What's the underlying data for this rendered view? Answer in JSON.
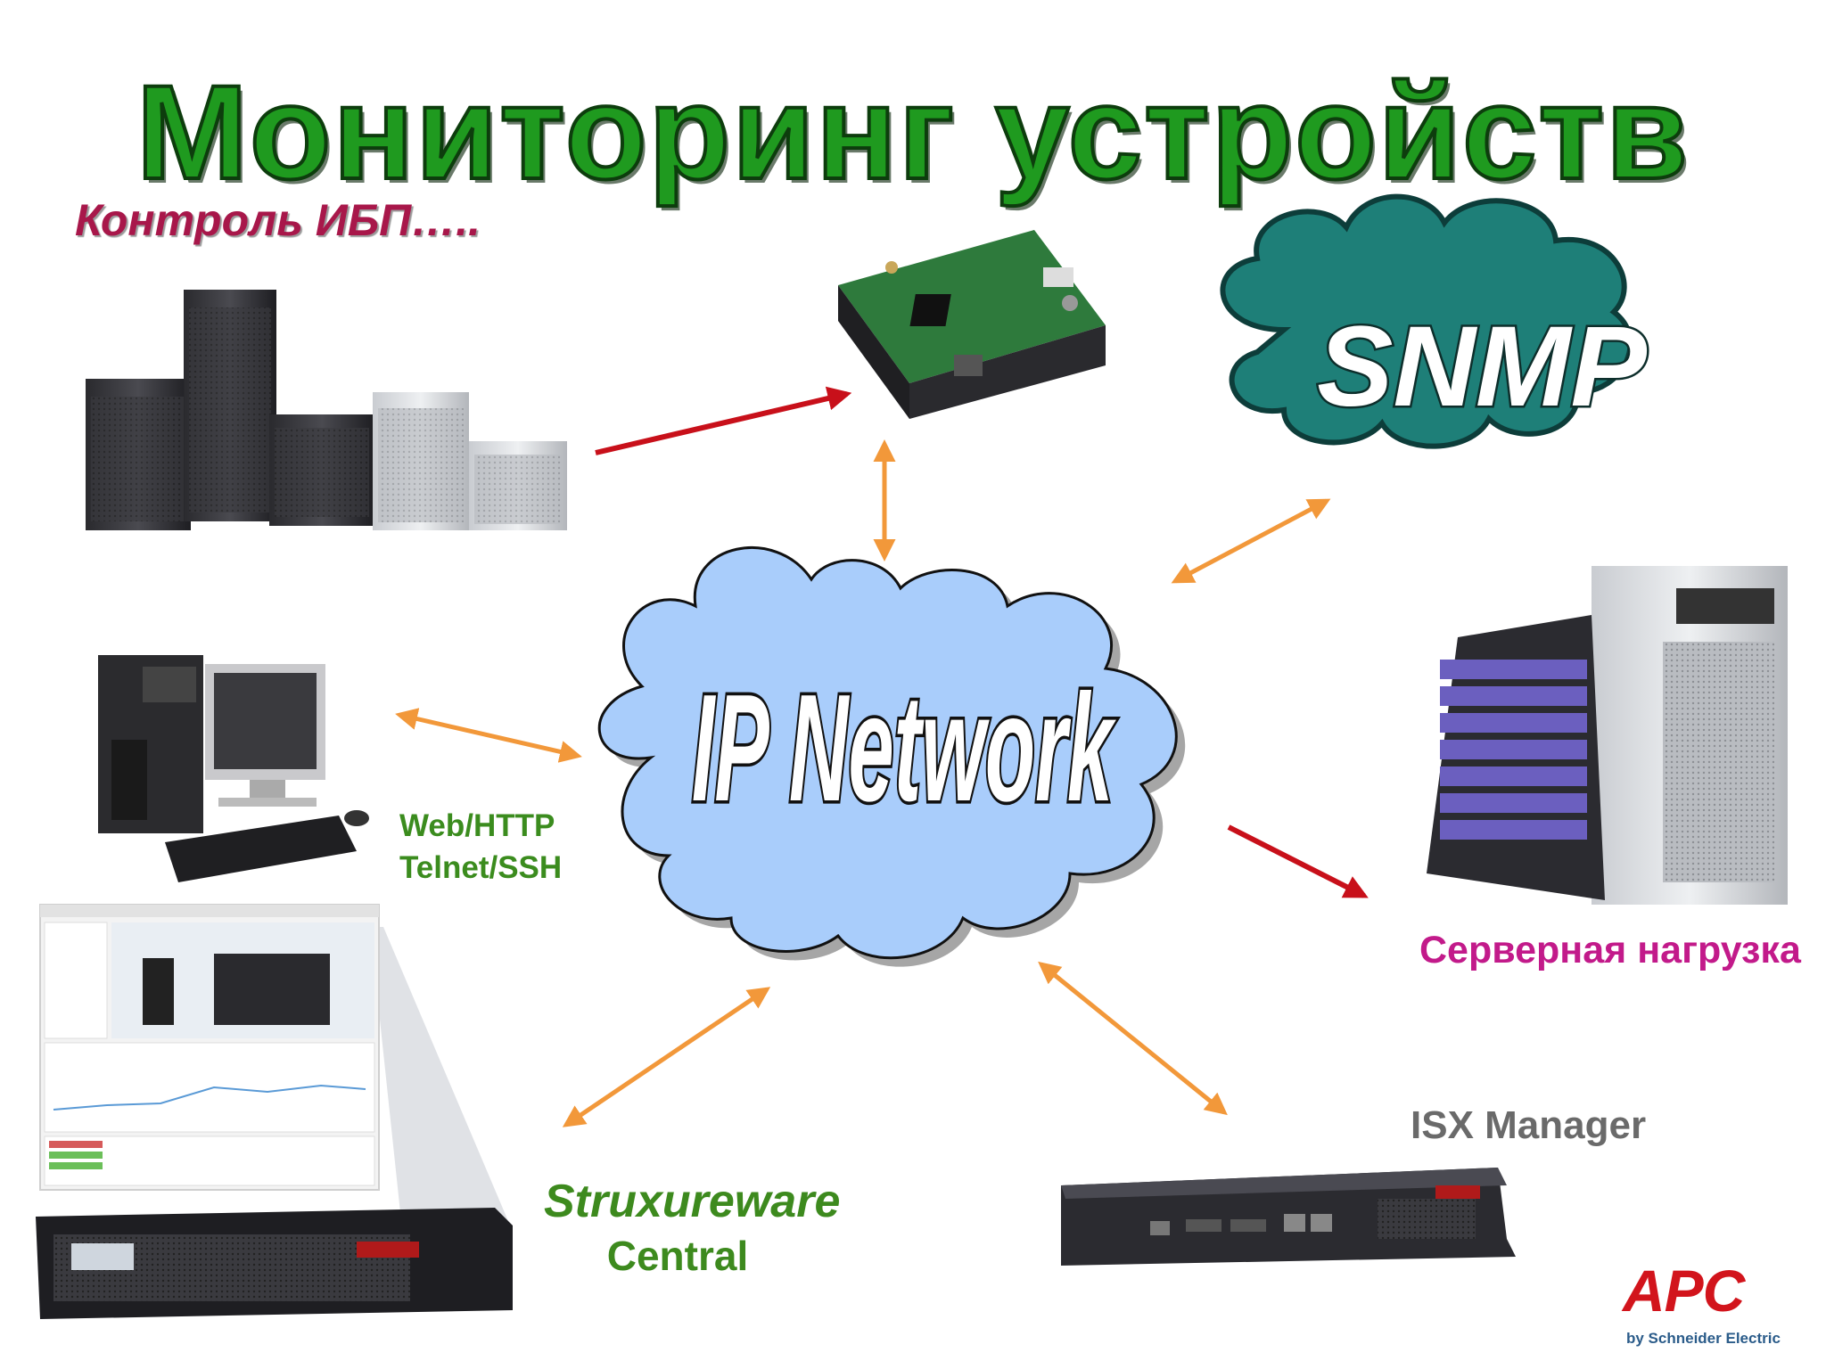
{
  "title": "Мониторинг устройств",
  "subtitle": "Контроль ИБП…..",
  "network_label": "IP Network",
  "snmp_label": "SNMP",
  "web_label": "Web/HTTP",
  "telnet_label": "Telnet/SSH",
  "server_label": "Серверная нагрузка",
  "isx_label": "ISX Manager",
  "strux_line1": "Struxureware",
  "strux_line2": "Central",
  "logo": {
    "brand": "APC",
    "tagline": "by Schneider Electric"
  },
  "colors": {
    "title": "#1f9a1f",
    "subtitle": "#a8174a",
    "cloud": "#a9cdfb",
    "snmp_cloud": "#1e7f78",
    "arrow_orange": "#f2983a",
    "arrow_red": "#c8101a",
    "server_label": "#c21a8a",
    "green_label": "#3b8c1e"
  }
}
